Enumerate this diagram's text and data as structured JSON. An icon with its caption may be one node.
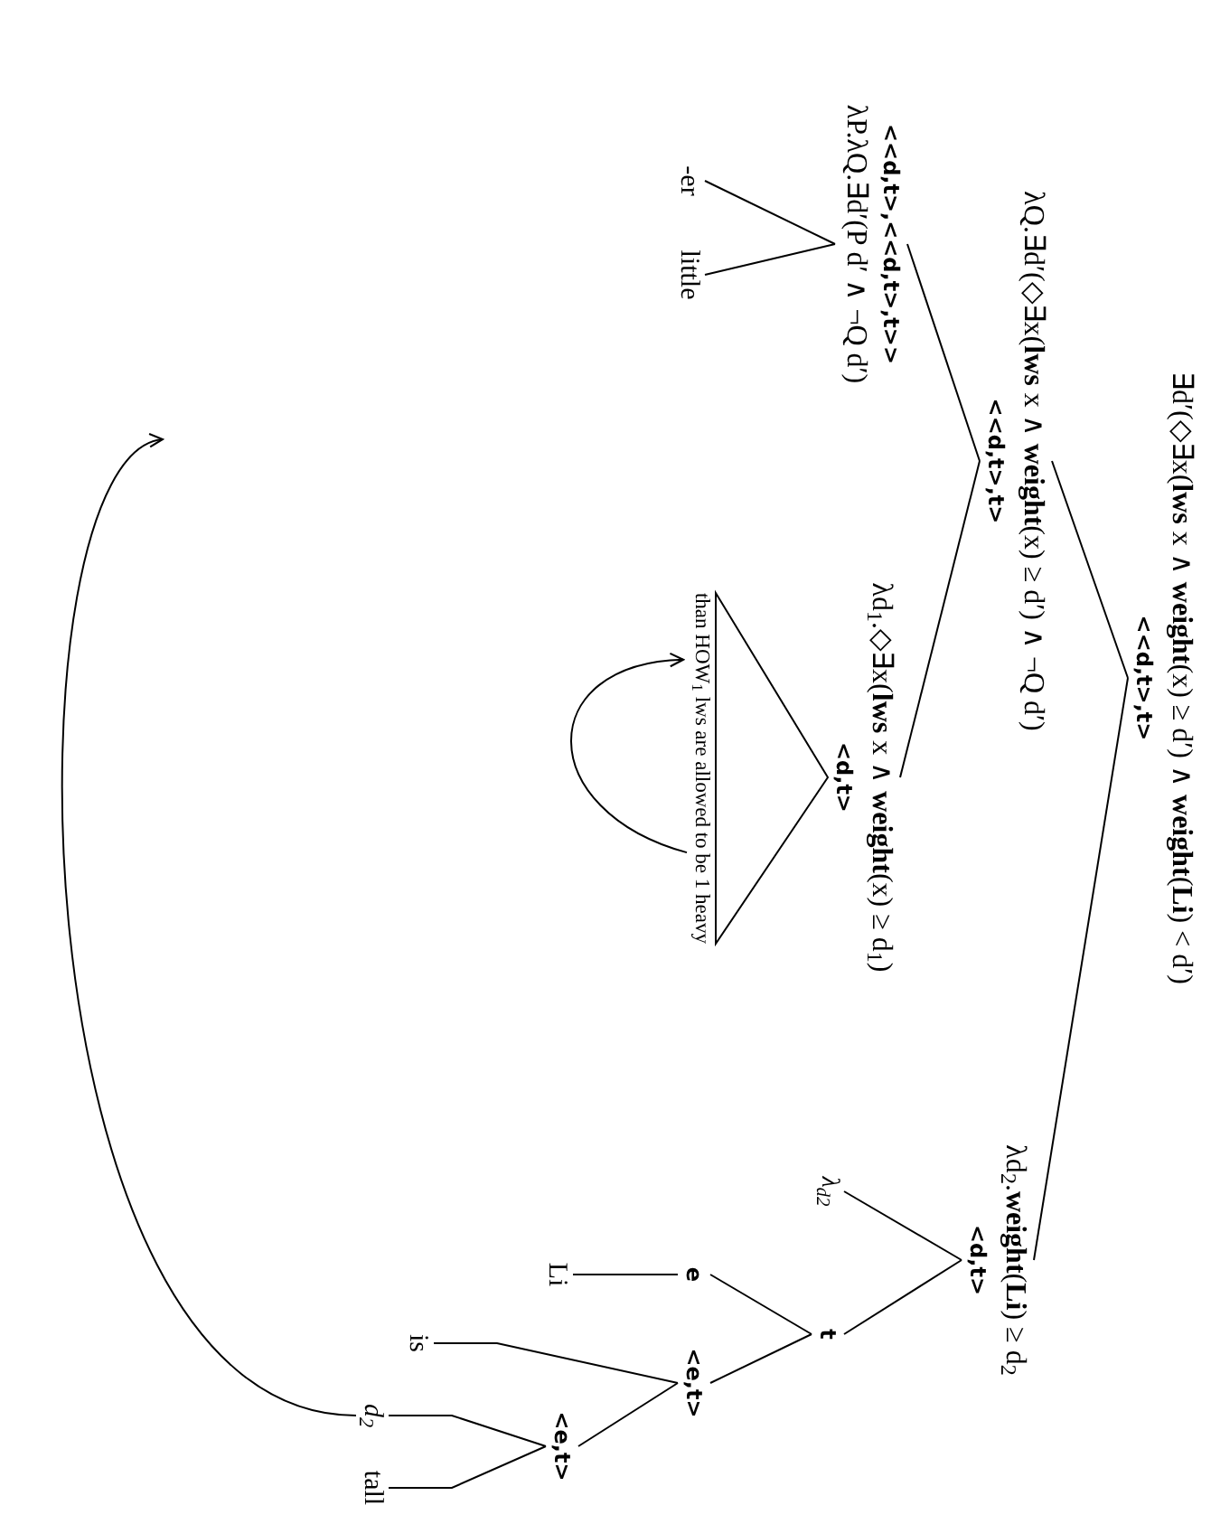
{
  "diagram": {
    "nodes": [
      {
        "text": [
          "∃d′(◇∃x(**lws** x ∧ **weight**(x) ≥ d′) ∧ **weight**(**Li**) < d′)",
          "<<d,t>,t>"
        ]
      },
      {
        "text": [
          "λQ.∃d′(◇∃x(**lws** x ∧ **weight**(x) ≥ d′) ∧ ¬Q d′)",
          "<<d,t>,t>"
        ]
      },
      {
        "text": [
          "λd$_{2}$.**weight**(**Li**) ≥ d$_{2}$",
          "<d,t>"
        ]
      },
      {
        "text": [
          "<<d,t>,<<d,t>,t>>",
          "λP.λQ.∃d′(P d′ ∧ ¬Q d′)"
        ]
      },
      {
        "text": [
          "λd$_{1}$.◇∃x(**lws** x ∧ **weight**(x) ≥ d$_{1}$)",
          "<d,t>"
        ]
      },
      {
        "text": [
          "-er"
        ]
      },
      {
        "text": [
          "little"
        ]
      },
      {
        "text": [
          "than HOW$_{1}$ lws are allowed to be 1 heavy"
        ]
      },
      {
        "text": [
          "λ$_{d2}$"
        ]
      },
      {
        "text": [
          "t"
        ]
      },
      {
        "text": [
          "e"
        ]
      },
      {
        "text": [
          "<e,t>"
        ]
      },
      {
        "text": [
          "Li"
        ]
      },
      {
        "text": [
          "is"
        ]
      },
      {
        "text": [
          "<e,t>"
        ]
      },
      {
        "text": [
          "d$_{2}$"
        ]
      },
      {
        "text": [
          "tall"
        ]
      }
    ],
    "edges": [
      {
        "from": 0,
        "to": 1,
        "arrow": "none"
      },
      {
        "from": 0,
        "to": 2,
        "arrow": "none"
      },
      {
        "from": 1,
        "to": 3,
        "arrow": "none"
      },
      {
        "from": 1,
        "to": 4,
        "arrow": "none"
      },
      {
        "from": 3,
        "to": 5,
        "arrow": "none"
      },
      {
        "from": 3,
        "to": 6,
        "arrow": "none"
      },
      {
        "from": 4,
        "to": 7,
        "arrow": "none"
      },
      {
        "from": 7,
        "to": 7,
        "arrow": "to"
      },
      {
        "from": 2,
        "to": 8,
        "arrow": "none"
      },
      {
        "from": 2,
        "to": 9,
        "arrow": "none"
      },
      {
        "from": 9,
        "to": 10,
        "arrow": "none"
      },
      {
        "from": 9,
        "to": 11,
        "arrow": "none"
      },
      {
        "from": 10,
        "to": 12,
        "arrow": "none"
      },
      {
        "from": 11,
        "to": 13,
        "arrow": "none"
      },
      {
        "from": 11,
        "to": 14,
        "arrow": "none"
      },
      {
        "from": 14,
        "to": 15,
        "arrow": "none"
      },
      {
        "from": 14,
        "to": 16,
        "arrow": "none"
      },
      {
        "from": 15,
        "to": null,
        "arrow": "to"
      }
    ]
  }
}
